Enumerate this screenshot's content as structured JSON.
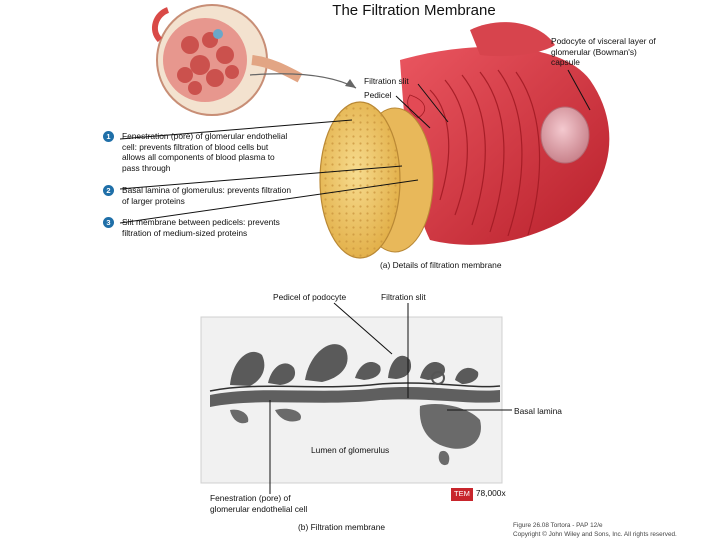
{
  "title": "The Filtration Membrane",
  "labels": {
    "podocyte": "Podocyte of visceral layer of glomerular (Bowman's) capsule",
    "filtration_slit_top": "Filtration slit",
    "pedicel_top": "Pedicel",
    "caption_a": "(a) Details of filtration membrane",
    "pedicel_of_podocyte": "Pedicel of podocyte",
    "filtration_slit_bottom": "Filtration slit",
    "basal_lamina": "Basal lamina",
    "lumen": "Lumen of glomerulus",
    "fenestration_bottom": "Fenestration (pore) of glomerular endothelial cell",
    "caption_b": "(b) Filtration membrane"
  },
  "steps": [
    {
      "number": "1",
      "text": "Fenestration (pore) of glomerular endothelial cell: prevents filtration of blood cells but allows all components of blood plasma to pass through"
    },
    {
      "number": "2",
      "text": "Basal lamina of glomerulus: prevents filtration of larger proteins"
    },
    {
      "number": "3",
      "text": "Slit membrane between pedicels: prevents filtration of medium-sized proteins"
    }
  ],
  "micrograph": {
    "tag": "TEM",
    "magnification": "78,000x"
  },
  "credit": {
    "line1": "Figure 26.08  Tortora - PAP 12/e",
    "line2": "Copyright © John Wiley and Sons, Inc. All rights reserved."
  },
  "colors": {
    "podocyte_red": "#d8343e",
    "endothelium_yellow": "#efc766",
    "basal_grey": "#c9d3dd",
    "badge_blue": "#1f6fa8",
    "tem_red": "#c8252c"
  }
}
